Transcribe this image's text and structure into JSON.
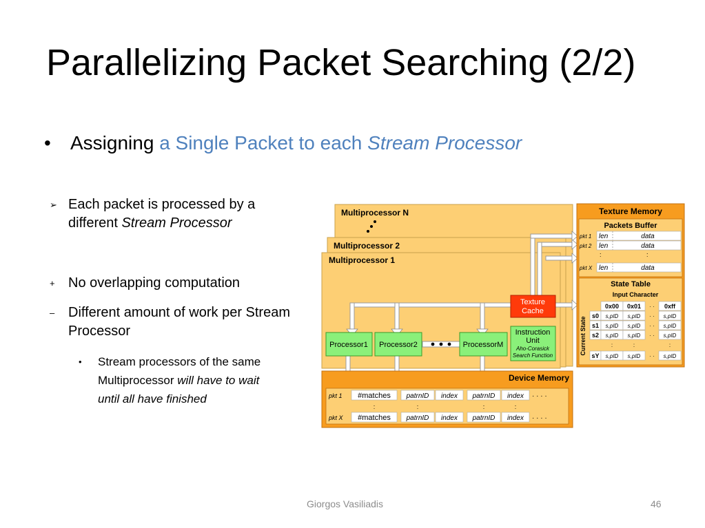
{
  "slide": {
    "title": "Parallelizing Packet Searching (2/2)",
    "main_bullet": {
      "prefix": "Assigning",
      "accent": "a Single Packet to each",
      "accent_italic": "Stream Processor"
    },
    "items": [
      {
        "line1": "Each packet is processed by a",
        "line2_plain": "different",
        "line2_italic": "Stream Processor"
      },
      {
        "text": "No overlapping computation"
      },
      {
        "text": "Different amount of work per Stream Processor"
      },
      {
        "line1": "Stream processors of the same",
        "line2_plain": "Multiprocessor",
        "line2_italic": "will have to wait",
        "line3_italic": "until all have finished"
      }
    ],
    "footer": {
      "author": "Giorgos Vasiliadis",
      "page": "46"
    }
  },
  "diagram": {
    "multiprocessors": [
      "Multiprocessor N",
      "Multiprocessor 2",
      "Multiprocessor 1"
    ],
    "processors": [
      "Processor1",
      "Processor2",
      "ProcessorM"
    ],
    "texture_cache": [
      "Texture",
      "Cache"
    ],
    "instruction_unit": [
      "Instruction",
      "Unit",
      "Aho-Corasick",
      "Search Function"
    ],
    "texture_memory": {
      "title": "Texture Memory",
      "packets_buffer": "Packets Buffer",
      "rows": [
        {
          "pkt": "pkt 1",
          "len": "len",
          "data": "data"
        },
        {
          "pkt": "pkt 2",
          "len": "len",
          "data": "data"
        },
        {
          "pkt": "pkt X",
          "len": "len",
          "data": "data"
        }
      ],
      "state_table": "State Table",
      "input_character": "Input Character",
      "current_state": "Current State",
      "cols": [
        "0x00",
        "0x01",
        "0xff"
      ],
      "states": [
        "s0",
        "s1",
        "s2",
        "sY"
      ],
      "cell": "s,pID"
    },
    "device_memory": {
      "title": "Device Memory",
      "rows": [
        "pkt 1",
        "pkt X"
      ],
      "matches": "#matches",
      "patrn_id": "patrnID",
      "index": "index"
    },
    "colors": {
      "orange": "#f79c1f",
      "light_orange": "#fdcf74",
      "red": "#ff3a0a",
      "green": "#8af07a",
      "gray": "#c8c8c8"
    }
  }
}
